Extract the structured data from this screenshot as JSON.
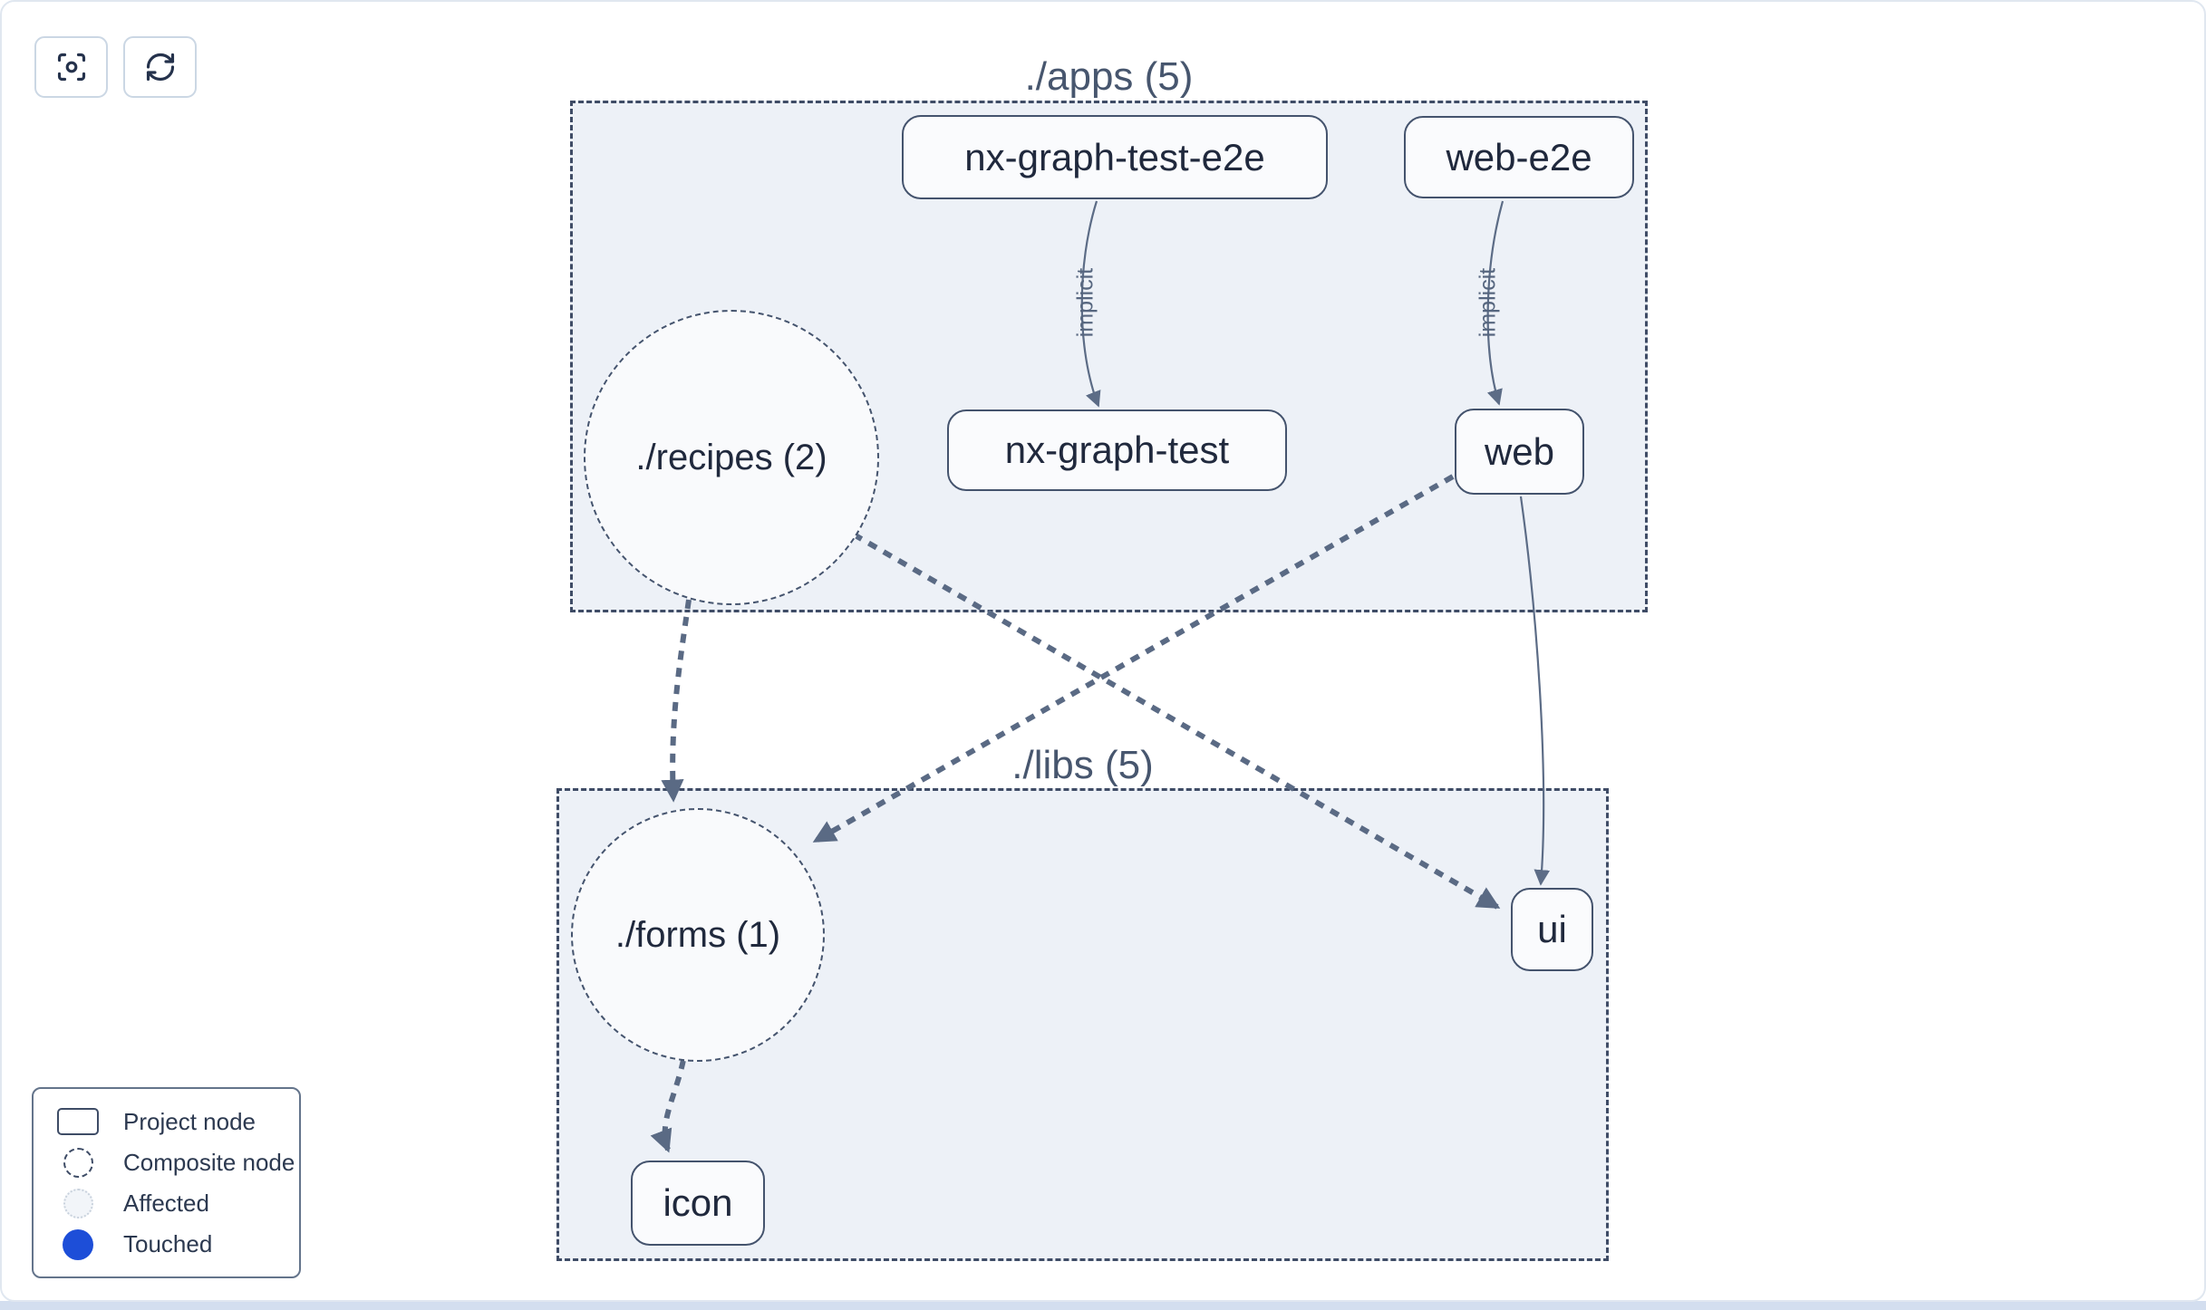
{
  "toolbar": {
    "focus_button": "focus-view",
    "refresh_button": "refresh-graph"
  },
  "graph": {
    "clusters": [
      {
        "id": "apps",
        "label": "./apps (5)"
      },
      {
        "id": "libs",
        "label": "./libs (5)"
      }
    ],
    "nodes": [
      {
        "id": "nx-graph-test-e2e",
        "label": "nx-graph-test-e2e",
        "type": "project",
        "cluster": "apps"
      },
      {
        "id": "web-e2e",
        "label": "web-e2e",
        "type": "project",
        "cluster": "apps"
      },
      {
        "id": "recipes",
        "label": "./recipes (2)",
        "type": "composite",
        "cluster": "apps"
      },
      {
        "id": "nx-graph-test",
        "label": "nx-graph-test",
        "type": "project",
        "cluster": "apps"
      },
      {
        "id": "web",
        "label": "web",
        "type": "project",
        "cluster": "apps"
      },
      {
        "id": "forms",
        "label": "./forms (1)",
        "type": "composite",
        "cluster": "libs"
      },
      {
        "id": "ui",
        "label": "ui",
        "type": "project",
        "cluster": "libs"
      },
      {
        "id": "icon",
        "label": "icon",
        "type": "project",
        "cluster": "libs"
      }
    ],
    "edges": [
      {
        "from": "nx-graph-test-e2e",
        "to": "nx-graph-test",
        "label": "implicit",
        "style": "solid"
      },
      {
        "from": "web-e2e",
        "to": "web",
        "label": "implicit",
        "style": "solid"
      },
      {
        "from": "./recipes (2)",
        "to": "./forms (1)",
        "label": "",
        "style": "dashed"
      },
      {
        "from": "./recipes (2)",
        "to": "ui",
        "label": "",
        "style": "dashed"
      },
      {
        "from": "web",
        "to": "./forms (1)",
        "label": "",
        "style": "dashed"
      },
      {
        "from": "web",
        "to": "ui",
        "label": "",
        "style": "solid"
      },
      {
        "from": "./forms (1)",
        "to": "icon",
        "label": "",
        "style": "dashed"
      }
    ]
  },
  "legend": {
    "items": [
      {
        "label": "Project node",
        "swatch": "project"
      },
      {
        "label": "Composite node",
        "swatch": "composite"
      },
      {
        "label": "Affected",
        "swatch": "affected"
      },
      {
        "label": "Touched",
        "swatch": "touched"
      }
    ]
  },
  "colors": {
    "touched_blue": "#1d4ed8",
    "cluster_fill": "#edf1f7",
    "edge_slate": "#5a6a84",
    "node_text": "#20293d"
  }
}
